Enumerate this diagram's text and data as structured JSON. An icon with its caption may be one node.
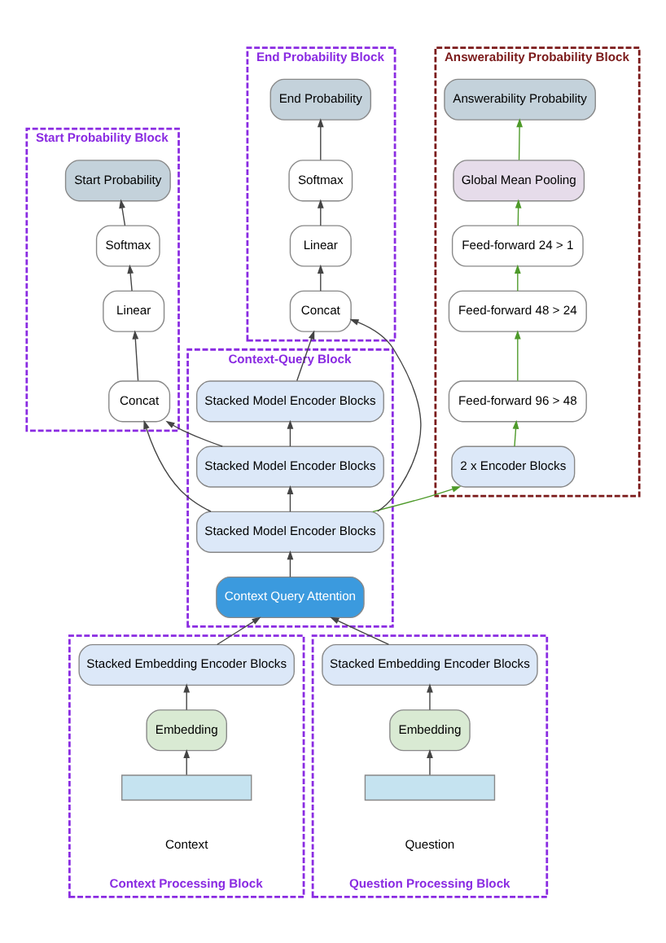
{
  "diagram": {
    "nodes": [
      {
        "text": [
          "Answerability Probability Block"
        ]
      },
      {
        "text": [
          "Answerability Probability"
        ],
        "in": 0
      },
      {
        "text": [
          "Global Mean Pooling"
        ],
        "in": 0
      },
      {
        "text": [
          "Feed-forward 24 > 1"
        ],
        "in": 0
      },
      {
        "text": [
          "Feed-forward 48 > 24"
        ],
        "in": 0
      },
      {
        "text": [
          "Feed-forward 96 > 48"
        ],
        "in": 0
      },
      {
        "text": [
          "2 x Encoder Blocks"
        ],
        "in": 0
      },
      {
        "text": [
          "Start Probability Block"
        ]
      },
      {
        "text": [
          "Start Probability"
        ],
        "in": 7
      },
      {
        "text": [
          "Softmax"
        ],
        "in": 7
      },
      {
        "text": [
          "Linear"
        ],
        "in": 7
      },
      {
        "text": [
          "Concat"
        ],
        "in": 7
      },
      {
        "text": [
          "End Probability Block"
        ]
      },
      {
        "text": [
          "End Probability"
        ],
        "in": 12
      },
      {
        "text": [
          "Softmax"
        ],
        "in": 12
      },
      {
        "text": [
          "Linear"
        ],
        "in": 12
      },
      {
        "text": [
          "Concat"
        ],
        "in": 12
      },
      {
        "text": [
          "Context-Query Block"
        ]
      },
      {
        "text": [
          "Stacked Model Encoder Blocks"
        ],
        "in": 17
      },
      {
        "text": [
          "Stacked Model Encoder Blocks"
        ],
        "in": 17
      },
      {
        "text": [
          "Stacked Model Encoder Blocks"
        ],
        "in": 17
      },
      {
        "text": [
          "Context Query Attention"
        ],
        "in": 17
      },
      {
        "text": [
          "Context Processing Block"
        ]
      },
      {
        "text": [
          "Stacked Embedding Encoder Blocks"
        ],
        "in": 22
      },
      {
        "text": [
          "Embedding"
        ],
        "in": 22
      },
      {
        "text": [],
        "shape": "box",
        "in": 22,
        "beside": [
          "Context"
        ]
      },
      {
        "text": [
          "Question Processing Block"
        ]
      },
      {
        "text": [
          "Stacked Embedding Encoder Blocks"
        ],
        "in": 26
      },
      {
        "text": [
          "Embedding"
        ],
        "in": 26
      },
      {
        "text": [],
        "shape": "box",
        "in": 26,
        "beside": [
          "Question"
        ]
      }
    ],
    "edges": [
      {
        "from": 6,
        "to": 5,
        "arrow": "to",
        "color": "#4e9a2a"
      },
      {
        "from": 5,
        "to": 4,
        "arrow": "to",
        "color": "#4e9a2a"
      },
      {
        "from": 4,
        "to": 3,
        "arrow": "to",
        "color": "#4e9a2a"
      },
      {
        "from": 3,
        "to": 2,
        "arrow": "to",
        "color": "#4e9a2a"
      },
      {
        "from": 2,
        "to": 1,
        "arrow": "to",
        "color": "#4e9a2a"
      },
      {
        "from": 11,
        "to": 10,
        "arrow": "to"
      },
      {
        "from": 10,
        "to": 9,
        "arrow": "to"
      },
      {
        "from": 9,
        "to": 8,
        "arrow": "to"
      },
      {
        "from": 16,
        "to": 15,
        "arrow": "to"
      },
      {
        "from": 15,
        "to": 14,
        "arrow": "to"
      },
      {
        "from": 14,
        "to": 13,
        "arrow": "to"
      },
      {
        "from": 21,
        "to": 20,
        "arrow": "to"
      },
      {
        "from": 20,
        "to": 19,
        "arrow": "to"
      },
      {
        "from": 19,
        "to": 18,
        "arrow": "to"
      },
      {
        "from": 20,
        "to": 6,
        "arrow": "to",
        "color": "#4e9a2a"
      },
      {
        "from": 19,
        "to": 11,
        "arrow": "to"
      },
      {
        "from": 20,
        "to": 11,
        "arrow": "to"
      },
      {
        "from": 18,
        "to": 16,
        "arrow": "to"
      },
      {
        "from": 20,
        "to": 16,
        "arrow": "to"
      },
      {
        "from": 23,
        "to": 21,
        "arrow": "to"
      },
      {
        "from": 27,
        "to": 21,
        "arrow": "to"
      },
      {
        "from": 25,
        "to": 24,
        "arrow": "to"
      },
      {
        "from": 24,
        "to": 23,
        "arrow": "to"
      },
      {
        "from": 29,
        "to": 28,
        "arrow": "to"
      },
      {
        "from": 28,
        "to": 27,
        "arrow": "to"
      }
    ]
  }
}
